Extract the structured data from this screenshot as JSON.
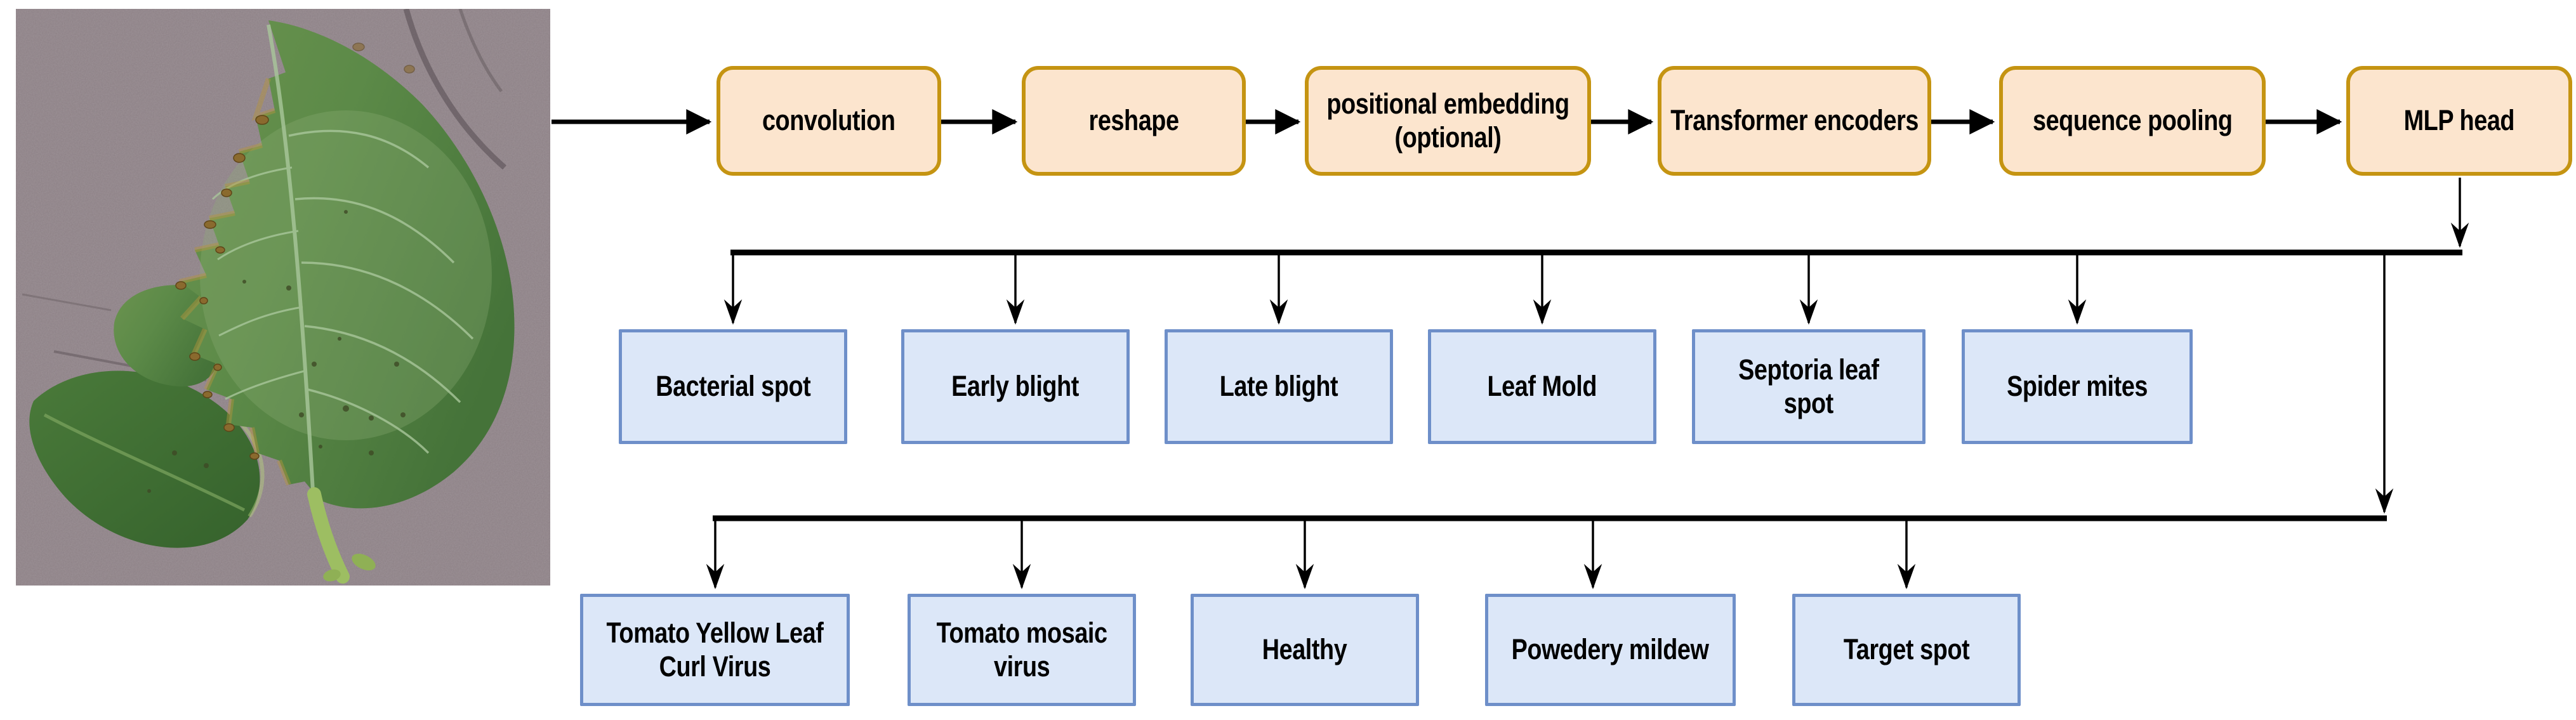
{
  "diagram_type": "flowchart",
  "photo": {
    "description": "tomato leaf photo on gray surface"
  },
  "colors": {
    "pipeline_box_fill": "#FCE5CE",
    "pipeline_box_border": "#C59412",
    "class_box_fill": "#DCE7F8",
    "class_box_border": "#6E8FC9",
    "connector": "#000000",
    "photo_background": "#8D8186",
    "leaf_green": "#4E7C3E",
    "text": "#000000",
    "page_background": "#FFFFFF"
  },
  "pipeline": {
    "steps": [
      {
        "label": "convolution",
        "lines": [
          "convolution"
        ]
      },
      {
        "label": "reshape",
        "lines": [
          "reshape"
        ]
      },
      {
        "label": "positional embedding (optional)",
        "lines": [
          "positional embedding",
          "(optional)"
        ]
      },
      {
        "label": "Transformer encoders",
        "lines": [
          "Transformer encoders"
        ]
      },
      {
        "label": "sequence pooling",
        "lines": [
          "sequence pooling"
        ]
      },
      {
        "label": "MLP head",
        "lines": [
          "MLP head"
        ]
      }
    ]
  },
  "classes": {
    "row1": [
      {
        "label": "Bacterial spot",
        "lines": [
          "Bacterial spot"
        ]
      },
      {
        "label": "Early blight",
        "lines": [
          "Early blight"
        ]
      },
      {
        "label": "Late blight",
        "lines": [
          "Late blight"
        ]
      },
      {
        "label": "Leaf Mold",
        "lines": [
          "Leaf Mold"
        ]
      },
      {
        "label": "Septoria leaf spot",
        "lines": [
          "Septoria leaf",
          "spot"
        ]
      },
      {
        "label": "Spider mites",
        "lines": [
          "Spider mites"
        ]
      }
    ],
    "row2": [
      {
        "label": "Tomato Yellow Leaf Curl Virus",
        "lines": [
          "Tomato Yellow Leaf",
          "Curl Virus"
        ]
      },
      {
        "label": "Tomato mosaic virus",
        "lines": [
          "Tomato mosaic",
          "virus"
        ]
      },
      {
        "label": "Healthy",
        "lines": [
          "Healthy"
        ]
      },
      {
        "label": "Powedery mildew",
        "lines": [
          "Powedery mildew"
        ]
      },
      {
        "label": "Target spot",
        "lines": [
          "Target spot"
        ]
      }
    ]
  }
}
